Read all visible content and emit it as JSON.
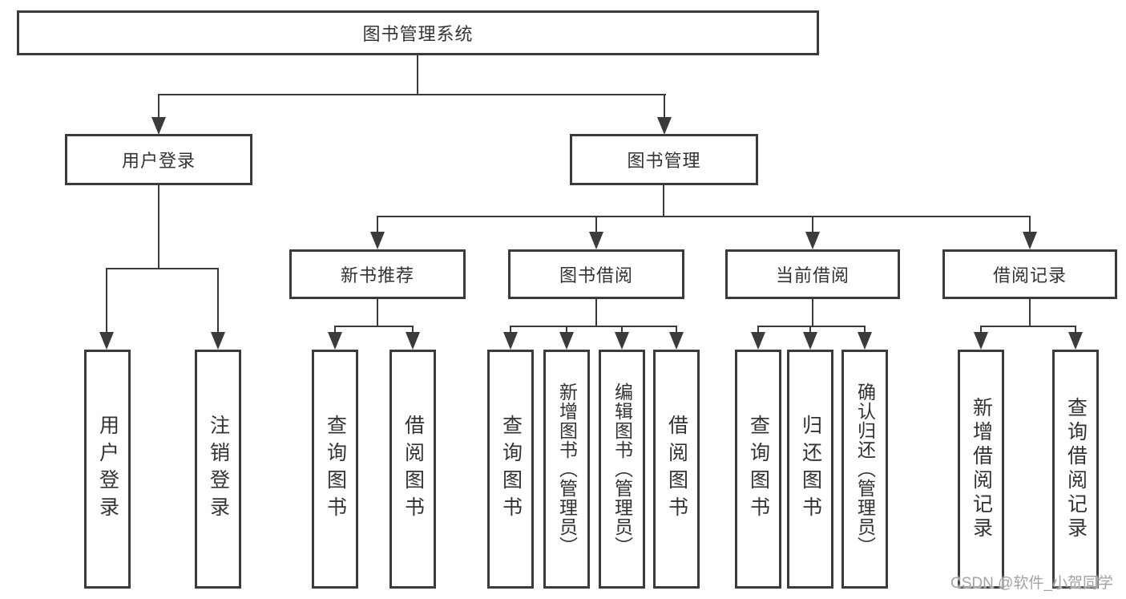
{
  "page": {
    "watermark": "CSDN @软件_小贺同学",
    "colors": {
      "line": "#3b3b3b",
      "box_border": "#3b3b3b",
      "text": "#333333",
      "watermark": "#a3a3a3",
      "background": "#ffffff"
    }
  },
  "tree": {
    "label": "图书管理系统",
    "children": [
      {
        "label": "用户登录",
        "children": [
          {
            "label": "用户登录"
          },
          {
            "label": "注销登录"
          }
        ]
      },
      {
        "label": "图书管理",
        "children": [
          {
            "label": "新书推荐",
            "children": [
              {
                "label": "查询图书"
              },
              {
                "label": "借阅图书"
              }
            ]
          },
          {
            "label": "图书借阅",
            "children": [
              {
                "label": "查询图书"
              },
              {
                "label": "新增图书（管理员）"
              },
              {
                "label": "编辑图书（管理员）"
              },
              {
                "label": "借阅图书"
              }
            ]
          },
          {
            "label": "当前借阅",
            "children": [
              {
                "label": "查询图书"
              },
              {
                "label": "归还图书"
              },
              {
                "label": "确认归还（管理员）"
              }
            ]
          },
          {
            "label": "借阅记录",
            "children": [
              {
                "label": "新增借阅记录"
              },
              {
                "label": "查询借阅记录"
              }
            ]
          }
        ]
      }
    ]
  }
}
